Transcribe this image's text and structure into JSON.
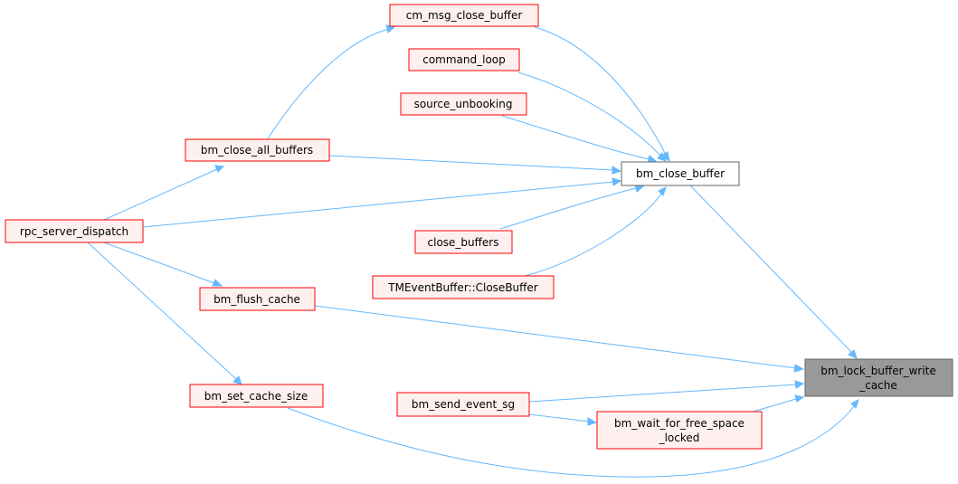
{
  "graph": {
    "nodes": {
      "cm_msg_close_buffer": {
        "label": "cm_msg_close_buffer",
        "style": "caller"
      },
      "command_loop": {
        "label": "command_loop",
        "style": "caller"
      },
      "source_unbooking": {
        "label": "source_unbooking",
        "style": "caller"
      },
      "bm_close_all_buffers": {
        "label": "bm_close_all_buffers",
        "style": "caller"
      },
      "bm_close_buffer": {
        "label": "bm_close_buffer",
        "style": "plain"
      },
      "rpc_server_dispatch": {
        "label": "rpc_server_dispatch",
        "style": "caller"
      },
      "close_buffers": {
        "label": "close_buffers",
        "style": "caller"
      },
      "tmeventbuffer_closebuffer": {
        "label": "TMEventBuffer::CloseBuffer",
        "style": "caller"
      },
      "bm_flush_cache": {
        "label": "bm_flush_cache",
        "style": "caller"
      },
      "bm_lock_buffer_write_cache": {
        "label_line1": "bm_lock_buffer_write",
        "label_line2": "_cache",
        "style": "target"
      },
      "bm_set_cache_size": {
        "label": "bm_set_cache_size",
        "style": "caller"
      },
      "bm_send_event_sg": {
        "label": "bm_send_event_sg",
        "style": "caller"
      },
      "bm_wait_for_free_space_locked": {
        "label_line1": "bm_wait_for_free_space",
        "label_line2": "_locked",
        "style": "caller"
      }
    },
    "edges": [
      {
        "from": "cm_msg_close_buffer",
        "to": "bm_close_buffer"
      },
      {
        "from": "command_loop",
        "to": "bm_close_buffer"
      },
      {
        "from": "source_unbooking",
        "to": "bm_close_buffer"
      },
      {
        "from": "bm_close_all_buffers",
        "to": "bm_close_buffer"
      },
      {
        "from": "bm_close_all_buffers",
        "to": "cm_msg_close_buffer"
      },
      {
        "from": "rpc_server_dispatch",
        "to": "bm_close_buffer"
      },
      {
        "from": "rpc_server_dispatch",
        "to": "bm_close_all_buffers"
      },
      {
        "from": "rpc_server_dispatch",
        "to": "bm_flush_cache"
      },
      {
        "from": "rpc_server_dispatch",
        "to": "bm_set_cache_size"
      },
      {
        "from": "close_buffers",
        "to": "bm_close_buffer"
      },
      {
        "from": "tmeventbuffer_closebuffer",
        "to": "bm_close_buffer"
      },
      {
        "from": "bm_close_buffer",
        "to": "bm_lock_buffer_write_cache"
      },
      {
        "from": "bm_flush_cache",
        "to": "bm_lock_buffer_write_cache"
      },
      {
        "from": "bm_set_cache_size",
        "to": "bm_lock_buffer_write_cache"
      },
      {
        "from": "bm_send_event_sg",
        "to": "bm_lock_buffer_write_cache"
      },
      {
        "from": "bm_send_event_sg",
        "to": "bm_wait_for_free_space_locked"
      },
      {
        "from": "bm_wait_for_free_space_locked",
        "to": "bm_lock_buffer_write_cache"
      }
    ],
    "colors": {
      "edge": "#63b8ff",
      "caller_border": "#ff0000",
      "caller_fill": "#fff0f0",
      "target_fill": "#999999",
      "plain_border": "#666666"
    }
  }
}
